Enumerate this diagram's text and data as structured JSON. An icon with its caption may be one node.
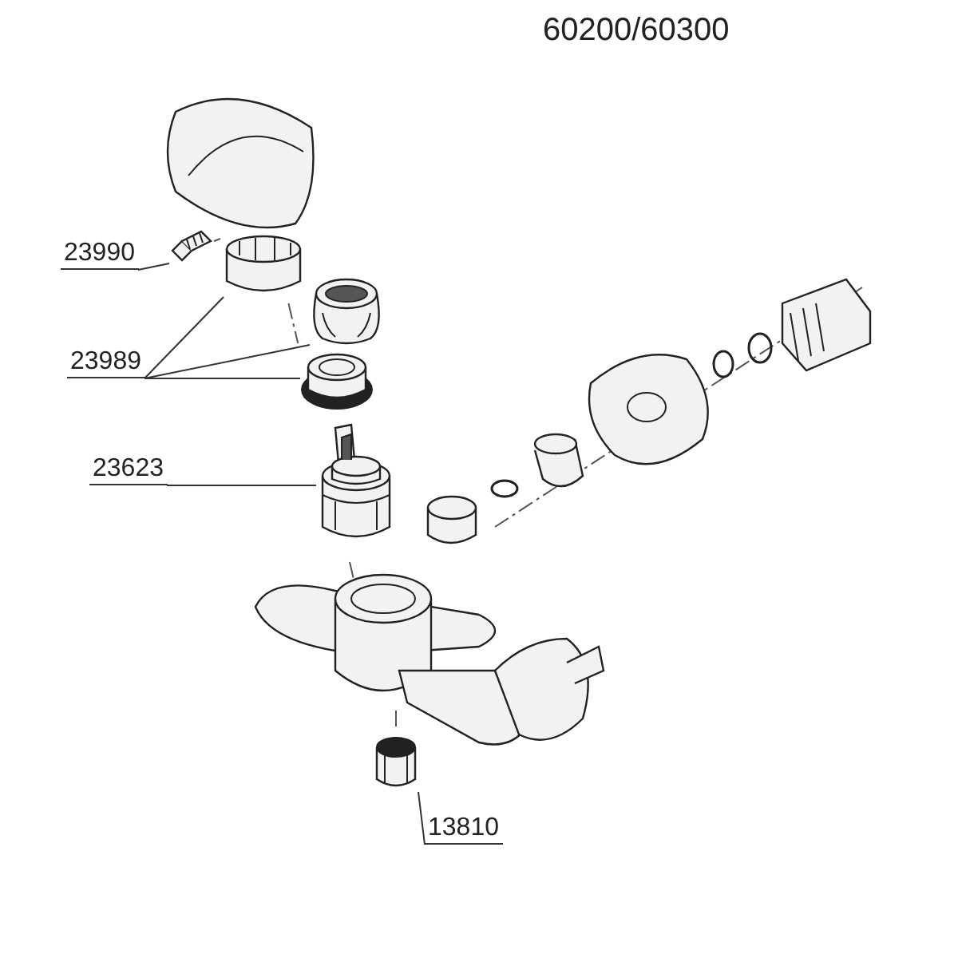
{
  "diagram": {
    "title": "60200/60300",
    "nodes": [
      {
        "text": [
          "23990"
        ]
      },
      {
        "text": [],
        "shape": "picture"
      },
      {
        "text": [
          "23989"
        ]
      },
      {
        "text": [],
        "shape": "picture"
      },
      {
        "text": [],
        "shape": "picture"
      },
      {
        "text": [],
        "shape": "picture"
      },
      {
        "text": [
          "23623"
        ]
      },
      {
        "text": [],
        "shape": "picture"
      },
      {
        "text": [
          "13810"
        ]
      },
      {
        "text": [],
        "shape": "picture"
      }
    ],
    "edges": [
      {
        "from": 0,
        "to": 1,
        "arrow": "none"
      },
      {
        "from": 2,
        "to": 3,
        "arrow": "none"
      },
      {
        "from": 2,
        "to": 4,
        "arrow": "none"
      },
      {
        "from": 2,
        "to": 5,
        "arrow": "none"
      },
      {
        "from": 6,
        "to": 7,
        "arrow": "none"
      },
      {
        "from": 8,
        "to": 9,
        "arrow": "none"
      }
    ]
  }
}
